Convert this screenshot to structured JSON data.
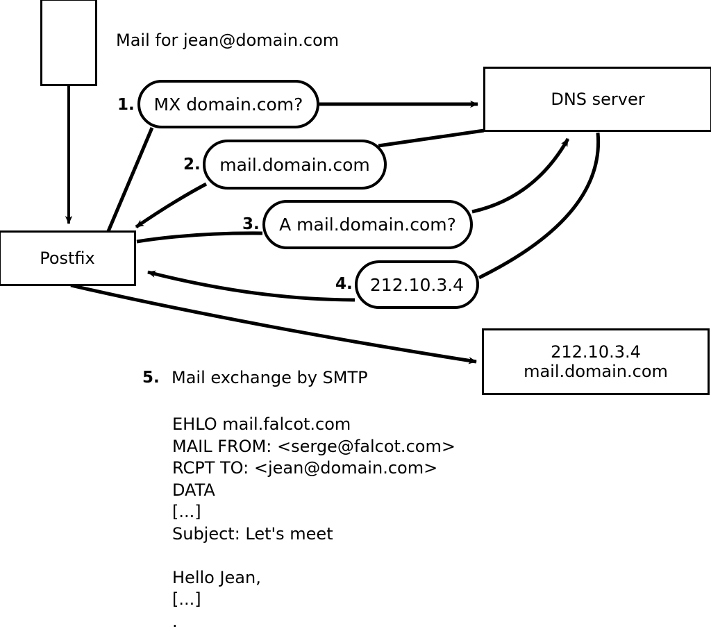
{
  "diagram": {
    "title_text": "Mail for jean@domain.com",
    "nodes": {
      "client": {
        "label": ""
      },
      "postfix": {
        "label": "Postfix"
      },
      "dns_server": {
        "label": "DNS server"
      },
      "target_server": {
        "line1": "212.10.3.4",
        "line2": "mail.domain.com"
      }
    },
    "steps": [
      {
        "num": "1.",
        "label": "MX domain.com?"
      },
      {
        "num": "2.",
        "label": "mail.domain.com"
      },
      {
        "num": "3.",
        "label": "A mail.domain.com?"
      },
      {
        "num": "4.",
        "label": "212.10.3.4"
      },
      {
        "num": "5.",
        "label": "Mail exchange by SMTP"
      }
    ],
    "smtp_transcript": "EHLO mail.falcot.com\nMAIL FROM: <serge@falcot.com>\nRCPT TO: <jean@domain.com>\nDATA\n[...]\nSubject: Let's meet\n\nHello Jean,\n[...]\n.",
    "colors": {
      "stroke": "#000000",
      "fill": "#ffffff"
    }
  }
}
